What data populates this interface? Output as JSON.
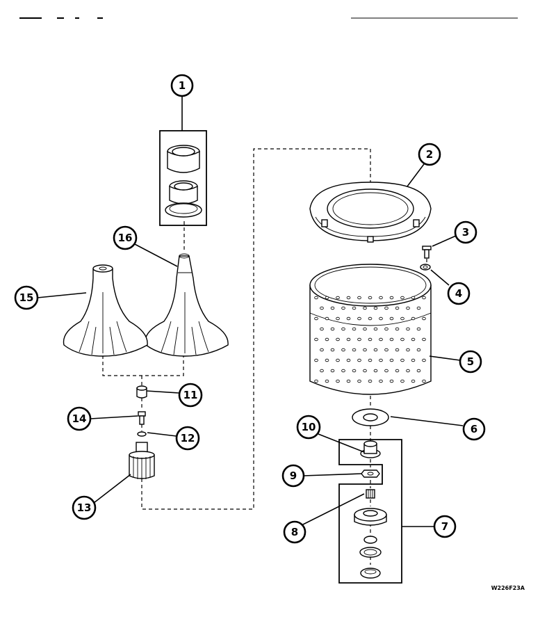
{
  "diagram": {
    "callouts": [
      {
        "label": "1"
      },
      {
        "label": "2"
      },
      {
        "label": "3"
      },
      {
        "label": "4"
      },
      {
        "label": "5"
      },
      {
        "label": "6"
      },
      {
        "label": "7"
      },
      {
        "label": "8"
      },
      {
        "label": "9"
      },
      {
        "label": "10"
      },
      {
        "label": "11"
      },
      {
        "label": "12"
      },
      {
        "label": "13"
      },
      {
        "label": "14"
      },
      {
        "label": "15"
      },
      {
        "label": "16"
      }
    ],
    "drawing_code": "W226F23A"
  }
}
